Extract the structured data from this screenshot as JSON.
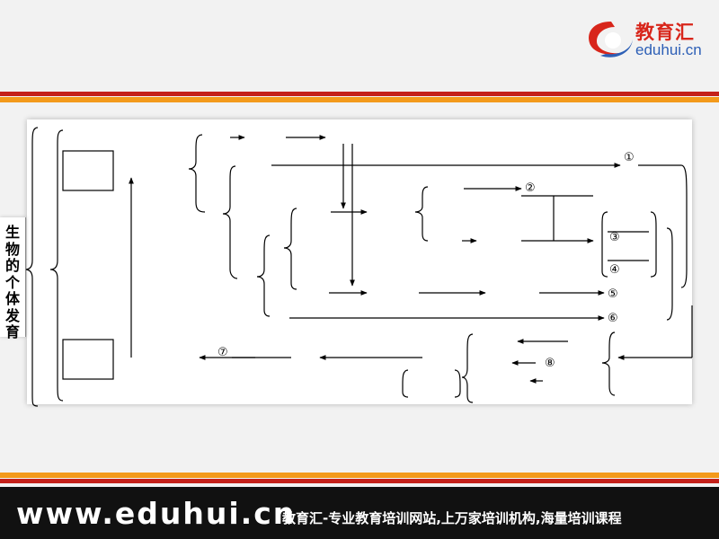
{
  "brand": {
    "logo_text_cn": "教育汇",
    "logo_text_en": "eduhui.cn",
    "colors": {
      "red": "#d8261b",
      "blue": "#2d5fb6",
      "stripe_red": "#c4211a",
      "stripe_orange": "#f39a1b",
      "footer_bg": "#111111"
    }
  },
  "side_title": "生物的个体发育",
  "diagram": {
    "main_title": "",
    "boxes": {
      "seed_formation": "",
      "plant_growth": ""
    },
    "labels": {
      "reproductive_organ": "",
      "flower": "",
      "anther": "",
      "pollen_grain": "",
      "sperm": "",
      "ovary_wall": "",
      "ovary": "",
      "ovule": "",
      "embryo_sac": "",
      "egg_cell": "",
      "egg_cell_count": "",
      "polar_nuclei": "",
      "polar_nuclei_count": "",
      "zygote": "",
      "fertilized_polar": "",
      "basal_cell": "",
      "apical_cell": "",
      "globular_embryo": "",
      "endosperm_cell": "",
      "integument": "",
      "produce_hormone": "",
      "supply_nutrition": "",
      "cotyledon": "",
      "hypocotyl": "",
      "embryo": "",
      "seed": "",
      "fruit": "",
      "germination": "",
      "seedling": "",
      "nutritive_organs": "",
      "nutritive_organs_detail": "",
      "vegetative_growth": "",
      "flower_bud": "",
      "growth": "",
      "mature_plant": "",
      "supply_nutrition_2": "",
      "cotyledon_2": "",
      "stem_leaf": "",
      "stem_segment": "",
      "hypocotyl_2": "",
      "root": ""
    },
    "numbered": {
      "n1": "①",
      "n2": "②",
      "n3": "③",
      "n4": "④",
      "n5": "⑤",
      "n6": "⑥",
      "n7": "⑦",
      "n8": "⑧"
    }
  },
  "footer": {
    "url": "www.eduhui.cn",
    "slogan": "教育汇-专业教育培训网站,上万家培训机构,海量培训课程"
  }
}
